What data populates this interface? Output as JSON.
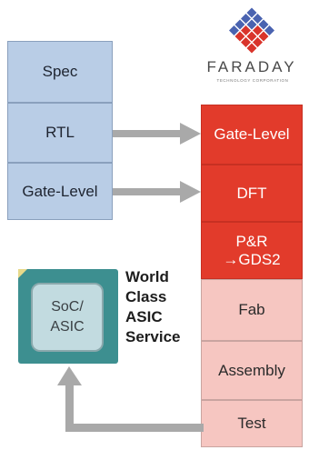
{
  "left_column": [
    {
      "label": "Spec"
    },
    {
      "label": "RTL"
    },
    {
      "label": "Gate-Level"
    }
  ],
  "right_column": [
    {
      "label": "Gate-Level"
    },
    {
      "label": "DFT"
    },
    {
      "label_line1": "P&R",
      "label_line2": "→GDS2"
    },
    {
      "label": "Fab"
    },
    {
      "label": "Assembly"
    },
    {
      "label": "Test"
    }
  ],
  "logo": {
    "name": "FARADAY",
    "tagline": "TECHNOLOGY CORPORATION",
    "colors": [
      "#4a63b0",
      "#d9342b"
    ]
  },
  "chip": {
    "line1": "SoC/",
    "line2": "ASIC",
    "body_color": "#3d8f90"
  },
  "service_text": {
    "line1": "World",
    "line2": "Class",
    "line3": "ASIC",
    "line4": "Service"
  },
  "colors": {
    "left_fill": "#b9cde6",
    "accent_red": "#e23b2b",
    "light_pink": "#f6c6c1",
    "arrow_gray": "#a9a9a9"
  }
}
